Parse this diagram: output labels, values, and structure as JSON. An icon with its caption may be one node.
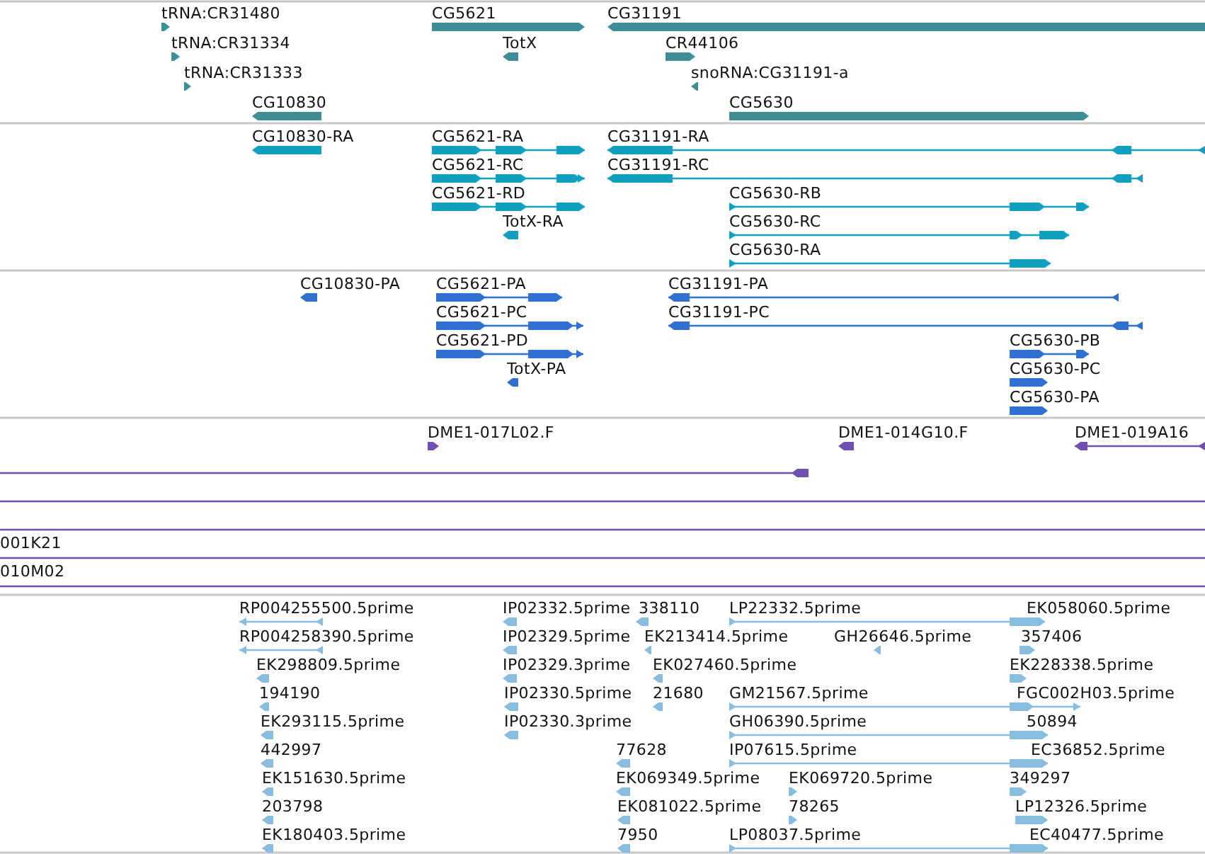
{
  "diagram": {
    "labels": [
      "tRNA:CR31480",
      "CG5621",
      "CG31191",
      "tRNA:CR31334",
      "TotX",
      "CR44106",
      "tRNA:CR31333",
      "snoRNA:CG31191-a",
      "CG10830",
      "CG5630",
      "CG10830-RA",
      "CG5621-RA",
      "CG31191-RA",
      "CG5621-RC",
      "CG31191-RC",
      "CG5621-RD",
      "CG5630-RB",
      "TotX-RA",
      "CG5630-RC",
      "CG5630-RA",
      "CG10830-PA",
      "CG5621-PA",
      "CG31191-PA",
      "CG5621-PC",
      "CG31191-PC",
      "CG5621-PD",
      "CG5630-PB",
      "TotX-PA",
      "CG5630-PC",
      "CG5630-PA",
      "DME1-017L02.F",
      "DME1-014G10.F",
      "DME1-019A16",
      "001K21",
      "010M02",
      "RP004255500.5prime",
      "IP02332.5prime",
      "338110",
      "LP22332.5prime",
      "EK058060.5prime",
      "RP004258390.5prime",
      "IP02329.5prime",
      "EK213414.5prime",
      "GH26646.5prime",
      "357406",
      "EK298809.5prime",
      "IP02329.3prime",
      "EK027460.5prime",
      "EK228338.5prime",
      "194190",
      "IP02330.5prime",
      "21680",
      "GM21567.5prime",
      "FGC002H03.5prime",
      "EK293115.5prime",
      "IP02330.3prime",
      "GH06390.5prime",
      "50894",
      "442997",
      "77628",
      "IP07615.5prime",
      "EC36852.5prime",
      "EK151630.5prime",
      "EK069349.5prime",
      "EK069720.5prime",
      "349297",
      "203798",
      "EK081022.5prime",
      "78265",
      "LP12326.5prime",
      "EK180403.5prime",
      "7950",
      "LP08037.5prime",
      "EC40477.5prime"
    ]
  }
}
